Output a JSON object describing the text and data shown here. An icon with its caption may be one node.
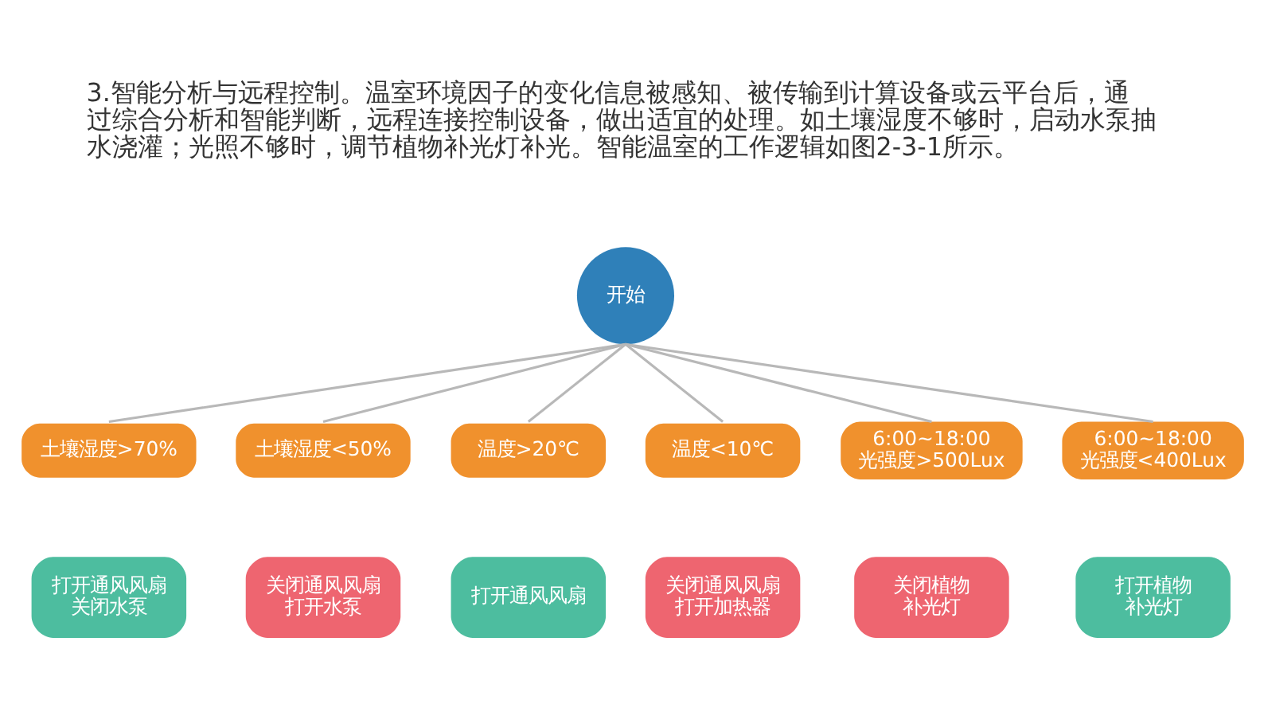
{
  "diagram": {
    "nodes": [
      {
        "text": [
          "开始"
        ]
      },
      {
        "text": [
          "土壤湿度>70%"
        ]
      },
      {
        "text": [
          "土壤湿度<50%"
        ]
      },
      {
        "text": [
          "温度>20℃"
        ]
      },
      {
        "text": [
          "温度<10℃"
        ]
      },
      {
        "text": [
          "6:00~18:00",
          "光强度>500Lux"
        ]
      },
      {
        "text": [
          "6:00~18:00",
          "光强度<400Lux"
        ]
      },
      {
        "text": [
          "打开通风风扇",
          "关闭水泵"
        ]
      },
      {
        "text": [
          "关闭通风风扇",
          "打开水泵"
        ]
      },
      {
        "text": [
          "打开通风风扇"
        ]
      },
      {
        "text": [
          "关闭通风风扇",
          "打开加热器"
        ]
      },
      {
        "text": [
          "关闭植物补光灯"
        ]
      },
      {
        "text": [
          "打开植物补光灯"
        ]
      }
    ],
    "edges": [
      {
        "from": 0,
        "to": 1,
        "arrow": "none"
      },
      {
        "from": 0,
        "to": 2,
        "arrow": "none"
      },
      {
        "from": 0,
        "to": 3,
        "arrow": "none"
      },
      {
        "from": 0,
        "to": 4,
        "arrow": "none"
      },
      {
        "from": 0,
        "to": 5,
        "arrow": "none"
      },
      {
        "from": 0,
        "to": 6,
        "arrow": "none"
      }
    ],
    "labels": [
      "3.智能分析与远程控制。温室环境因子的变化信息被感知、被传输到计算设备或云平台后，通过综合分析和智能判断，远程连接控制设备，做出适宜的处理。如土壤湿度不够时，启动水泵抽水浇灌；光照不够时，调节植物补光灯补光。智能温室的工作逻辑如图2-3-1所示。"
    ]
  }
}
